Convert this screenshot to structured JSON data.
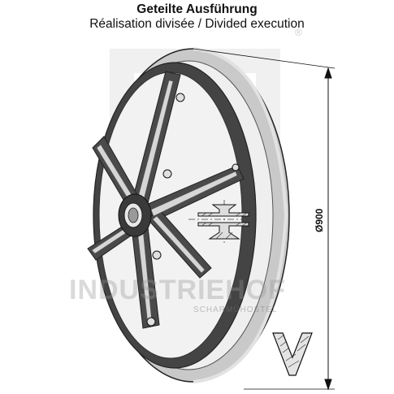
{
  "heading": {
    "title": "Geteilte Ausführung",
    "subtitle": "Réalisation divisée / Divided execution"
  },
  "dimension": {
    "label": "Ø900"
  },
  "watermark": {
    "brand": "INDUSTRIEHOF",
    "sub": "SCHARMÜHOSTEL",
    "registered": "®"
  },
  "colors": {
    "ring": "#c8c8c8",
    "wheel_dark": "#3a3a3a",
    "spoke_light": "#d4d4d4",
    "line": "#222222"
  }
}
